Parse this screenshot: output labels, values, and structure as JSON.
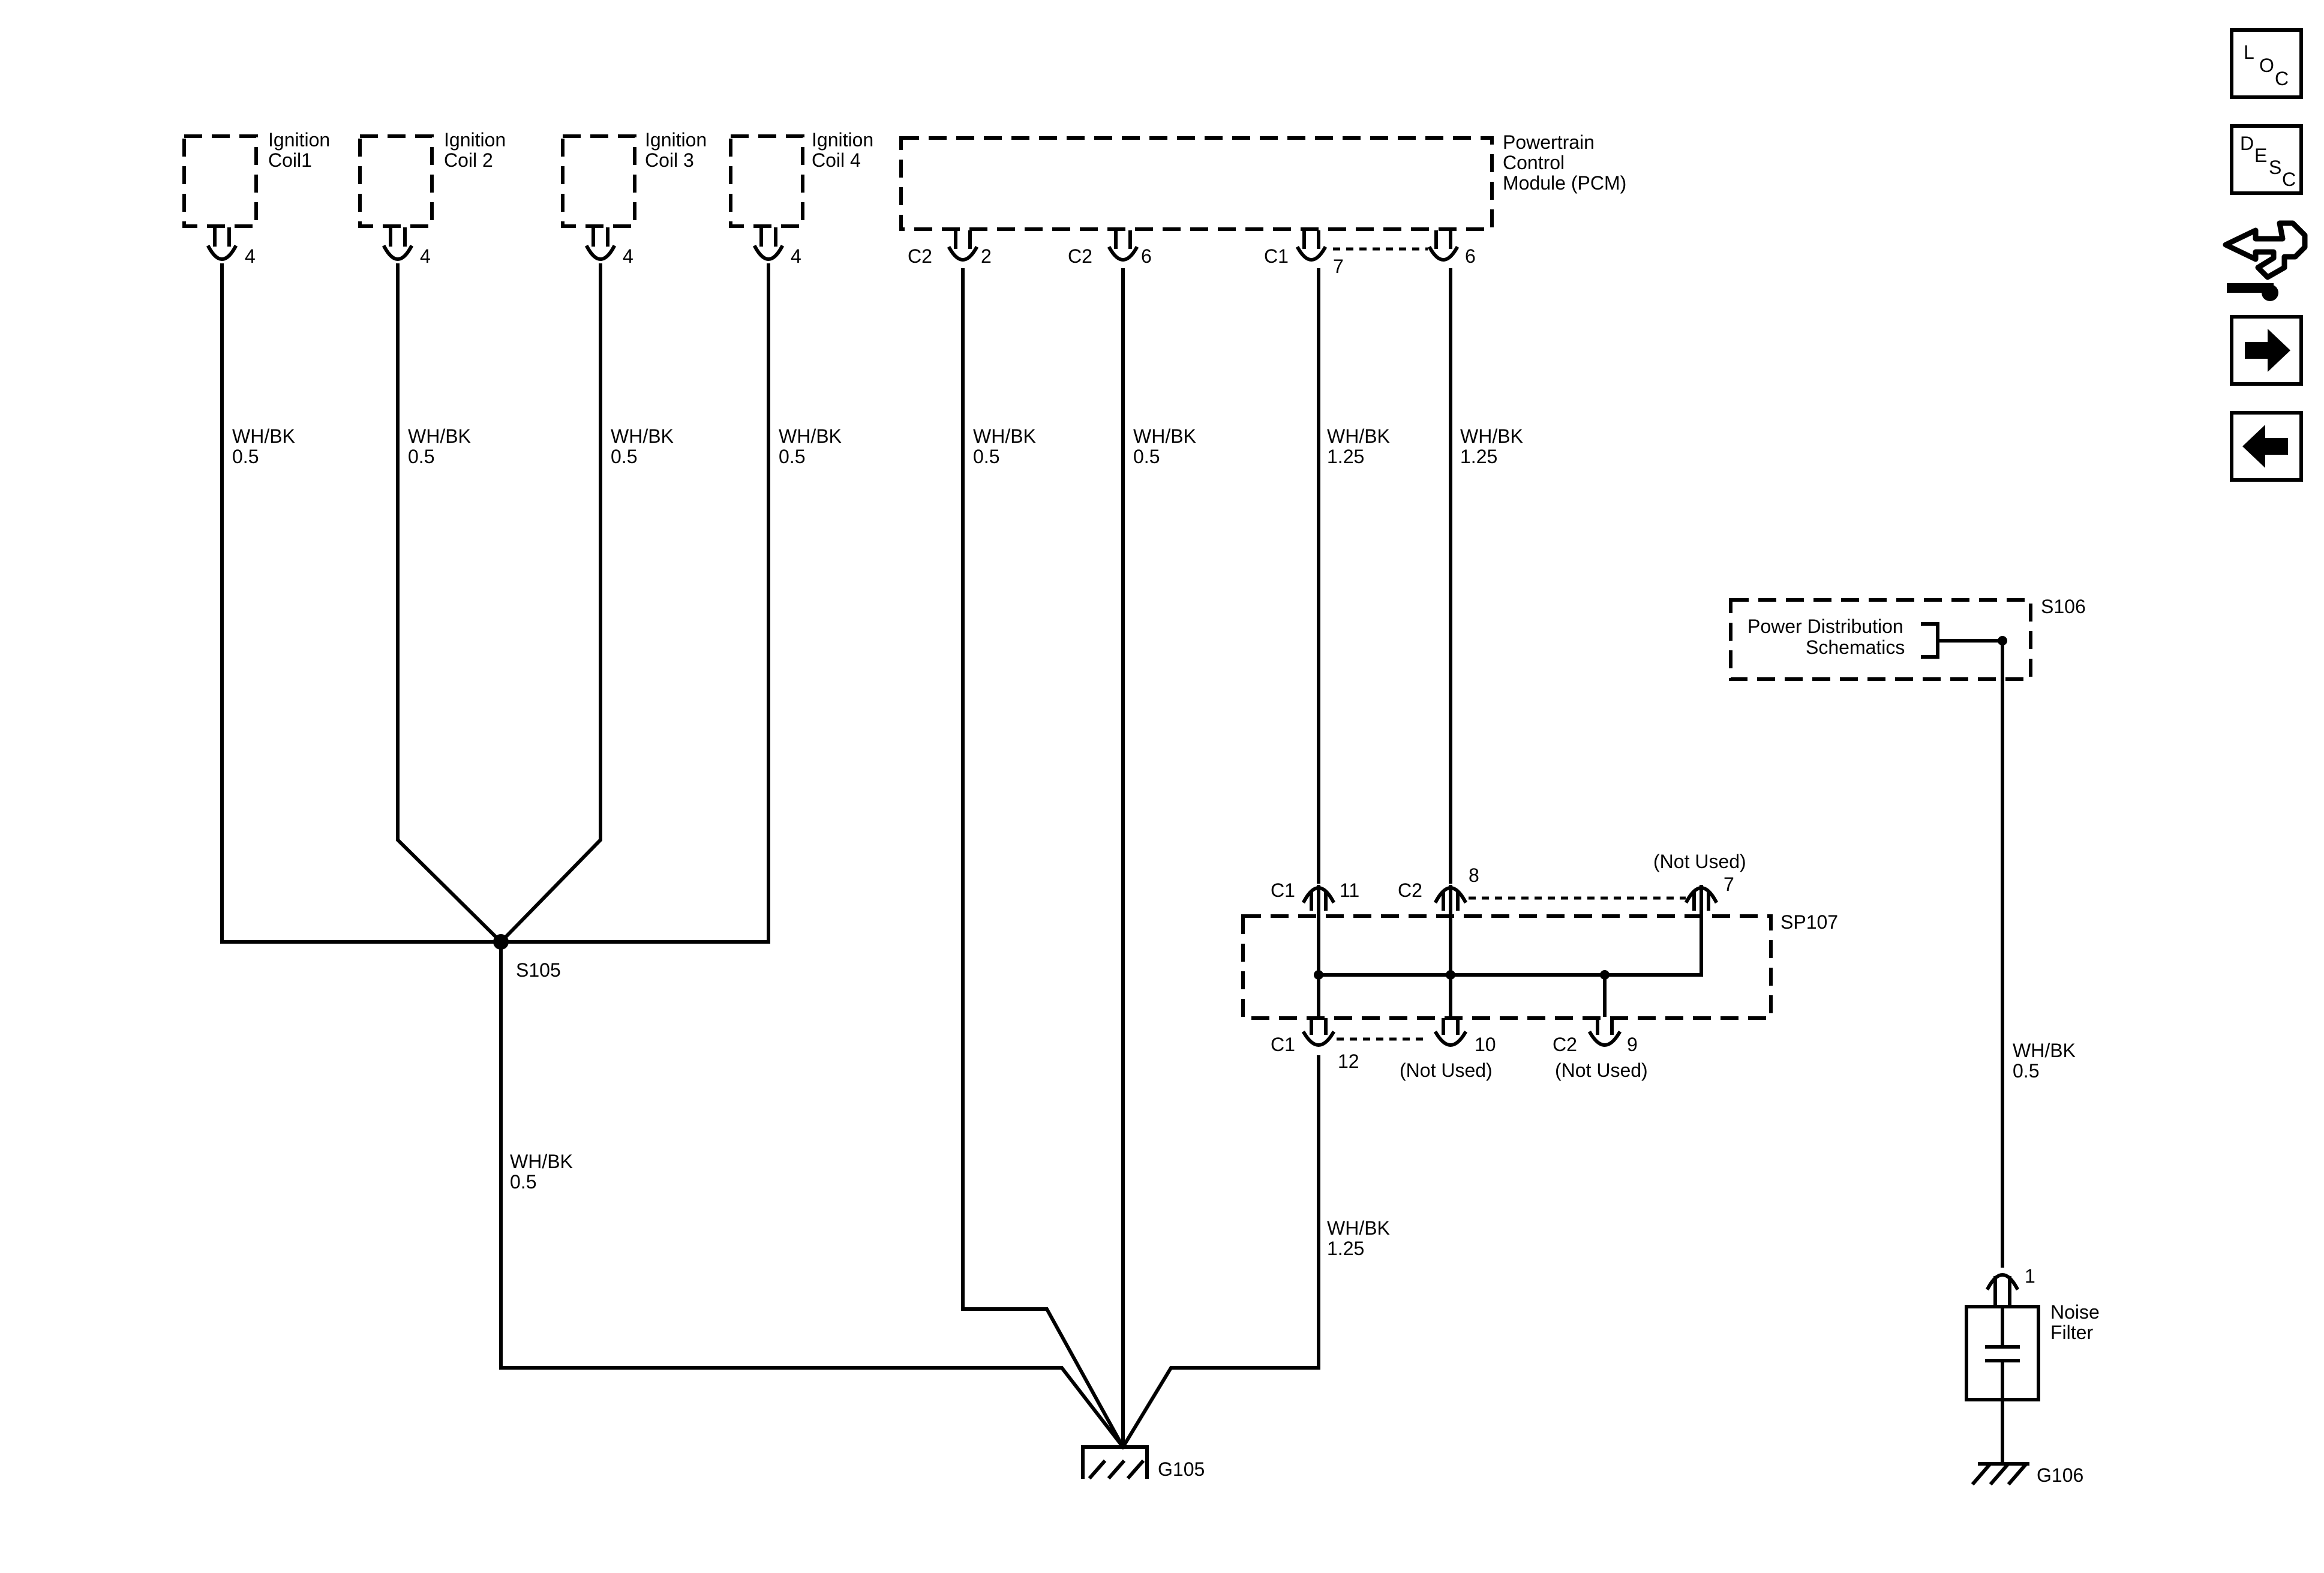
{
  "components": {
    "coil1": {
      "name_line1": "Ignition",
      "name_line2": "Coil1",
      "pin": "4"
    },
    "coil2": {
      "name_line1": "Ignition",
      "name_line2": "Coil 2",
      "pin": "4"
    },
    "coil3": {
      "name_line1": "Ignition",
      "name_line2": "Coil 3",
      "pin": "4"
    },
    "coil4": {
      "name_line1": "Ignition",
      "name_line2": "Coil 4",
      "pin": "4"
    },
    "pcm": {
      "line1": "Powertrain",
      "line2": "Control",
      "line3": "Module (PCM)"
    },
    "power_distribution": {
      "line1": "Power Distribution",
      "line2": "Schematics",
      "splice": "S106"
    },
    "noise_filter": {
      "line1": "Noise",
      "line2": "Filter",
      "pin": "1"
    }
  },
  "pcm_pins": [
    {
      "connector": "C2",
      "pin": "2"
    },
    {
      "connector": "C2",
      "pin": "6"
    },
    {
      "connector": "C1",
      "pin": "7"
    },
    {
      "connector": "",
      "pin": "6"
    }
  ],
  "wires": {
    "coil1": {
      "color": "WH/BK",
      "size": "0.5"
    },
    "coil2": {
      "color": "WH/BK",
      "size": "0.5"
    },
    "coil3": {
      "color": "WH/BK",
      "size": "0.5"
    },
    "coil4": {
      "color": "WH/BK",
      "size": "0.5"
    },
    "pcm_c2_2": {
      "color": "WH/BK",
      "size": "0.5"
    },
    "pcm_c2_6": {
      "color": "WH/BK",
      "size": "0.5"
    },
    "pcm_c1_7": {
      "color": "WH/BK",
      "size": "1.25"
    },
    "pcm_6": {
      "color": "WH/BK",
      "size": "1.25"
    },
    "s105_ground": {
      "color": "WH/BK",
      "size": "0.5"
    },
    "sp107_ground": {
      "color": "WH/BK",
      "size": "1.25"
    },
    "noise_filter": {
      "color": "WH/BK",
      "size": "0.5"
    }
  },
  "splices": {
    "s105": "S105",
    "sp107": "SP107"
  },
  "sp107_pins": {
    "top_c1": {
      "connector": "C1",
      "pin": "11"
    },
    "top_c2": {
      "connector": "C2",
      "pin": "8"
    },
    "top_7": {
      "pin": "7",
      "note": "(Not Used)"
    },
    "bottom_c1": {
      "connector": "C1",
      "pin": "12"
    },
    "bottom_10": {
      "pin": "10",
      "note": "(Not Used)"
    },
    "bottom_c2": {
      "connector": "C2",
      "pin": "9",
      "note": "(Not Used)"
    }
  },
  "grounds": {
    "g105": "G105",
    "g106": "G106"
  },
  "nav": {
    "loc": {
      "l1": "L",
      "l2": "O",
      "l3": "C"
    },
    "desc": {
      "l1": "D",
      "l2": "E",
      "l3": "S",
      "l4": "C"
    }
  }
}
